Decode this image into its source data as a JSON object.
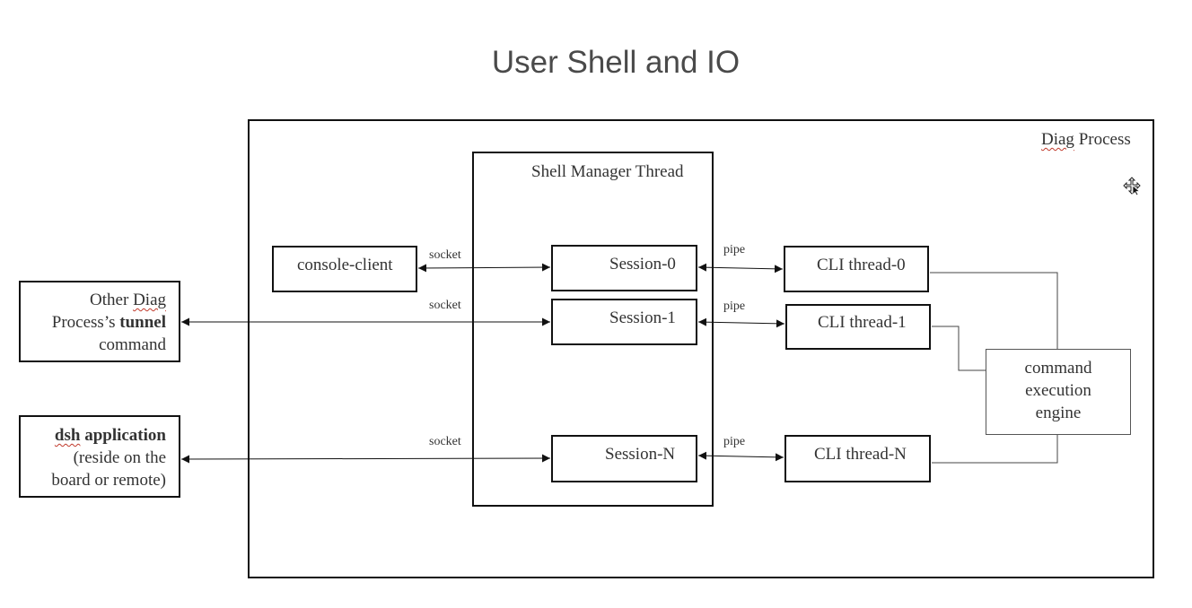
{
  "title": "User Shell and IO",
  "diag_process": {
    "label_word": "Diag",
    "label_rest": " Process"
  },
  "shell_manager": {
    "label": "Shell Manager Thread"
  },
  "console_client": {
    "label": "console-client"
  },
  "sessions": [
    "Session-0",
    "Session-1",
    "Session-N"
  ],
  "cli_threads": [
    "CLI thread-0",
    "CLI thread-1",
    "CLI thread-N"
  ],
  "engine": {
    "lines": [
      "command",
      "execution",
      "engine"
    ]
  },
  "other_diag": {
    "line1_a": "Other ",
    "line1_b": "Diag",
    "line2_a": "Process’s ",
    "line2_b": "tunnel",
    "line3": "command"
  },
  "dsh": {
    "line1_a": "dsh",
    "line1_b": " application",
    "line2": "(reside on the",
    "line3": "board or remote)"
  },
  "connectors": {
    "socket": "socket",
    "pipe": "pipe"
  },
  "icons": {
    "cursor": "move-cursor-icon"
  },
  "colors": {
    "line": "#111111",
    "title": "#4a4a4a",
    "spell_underline": "#c0392b"
  }
}
